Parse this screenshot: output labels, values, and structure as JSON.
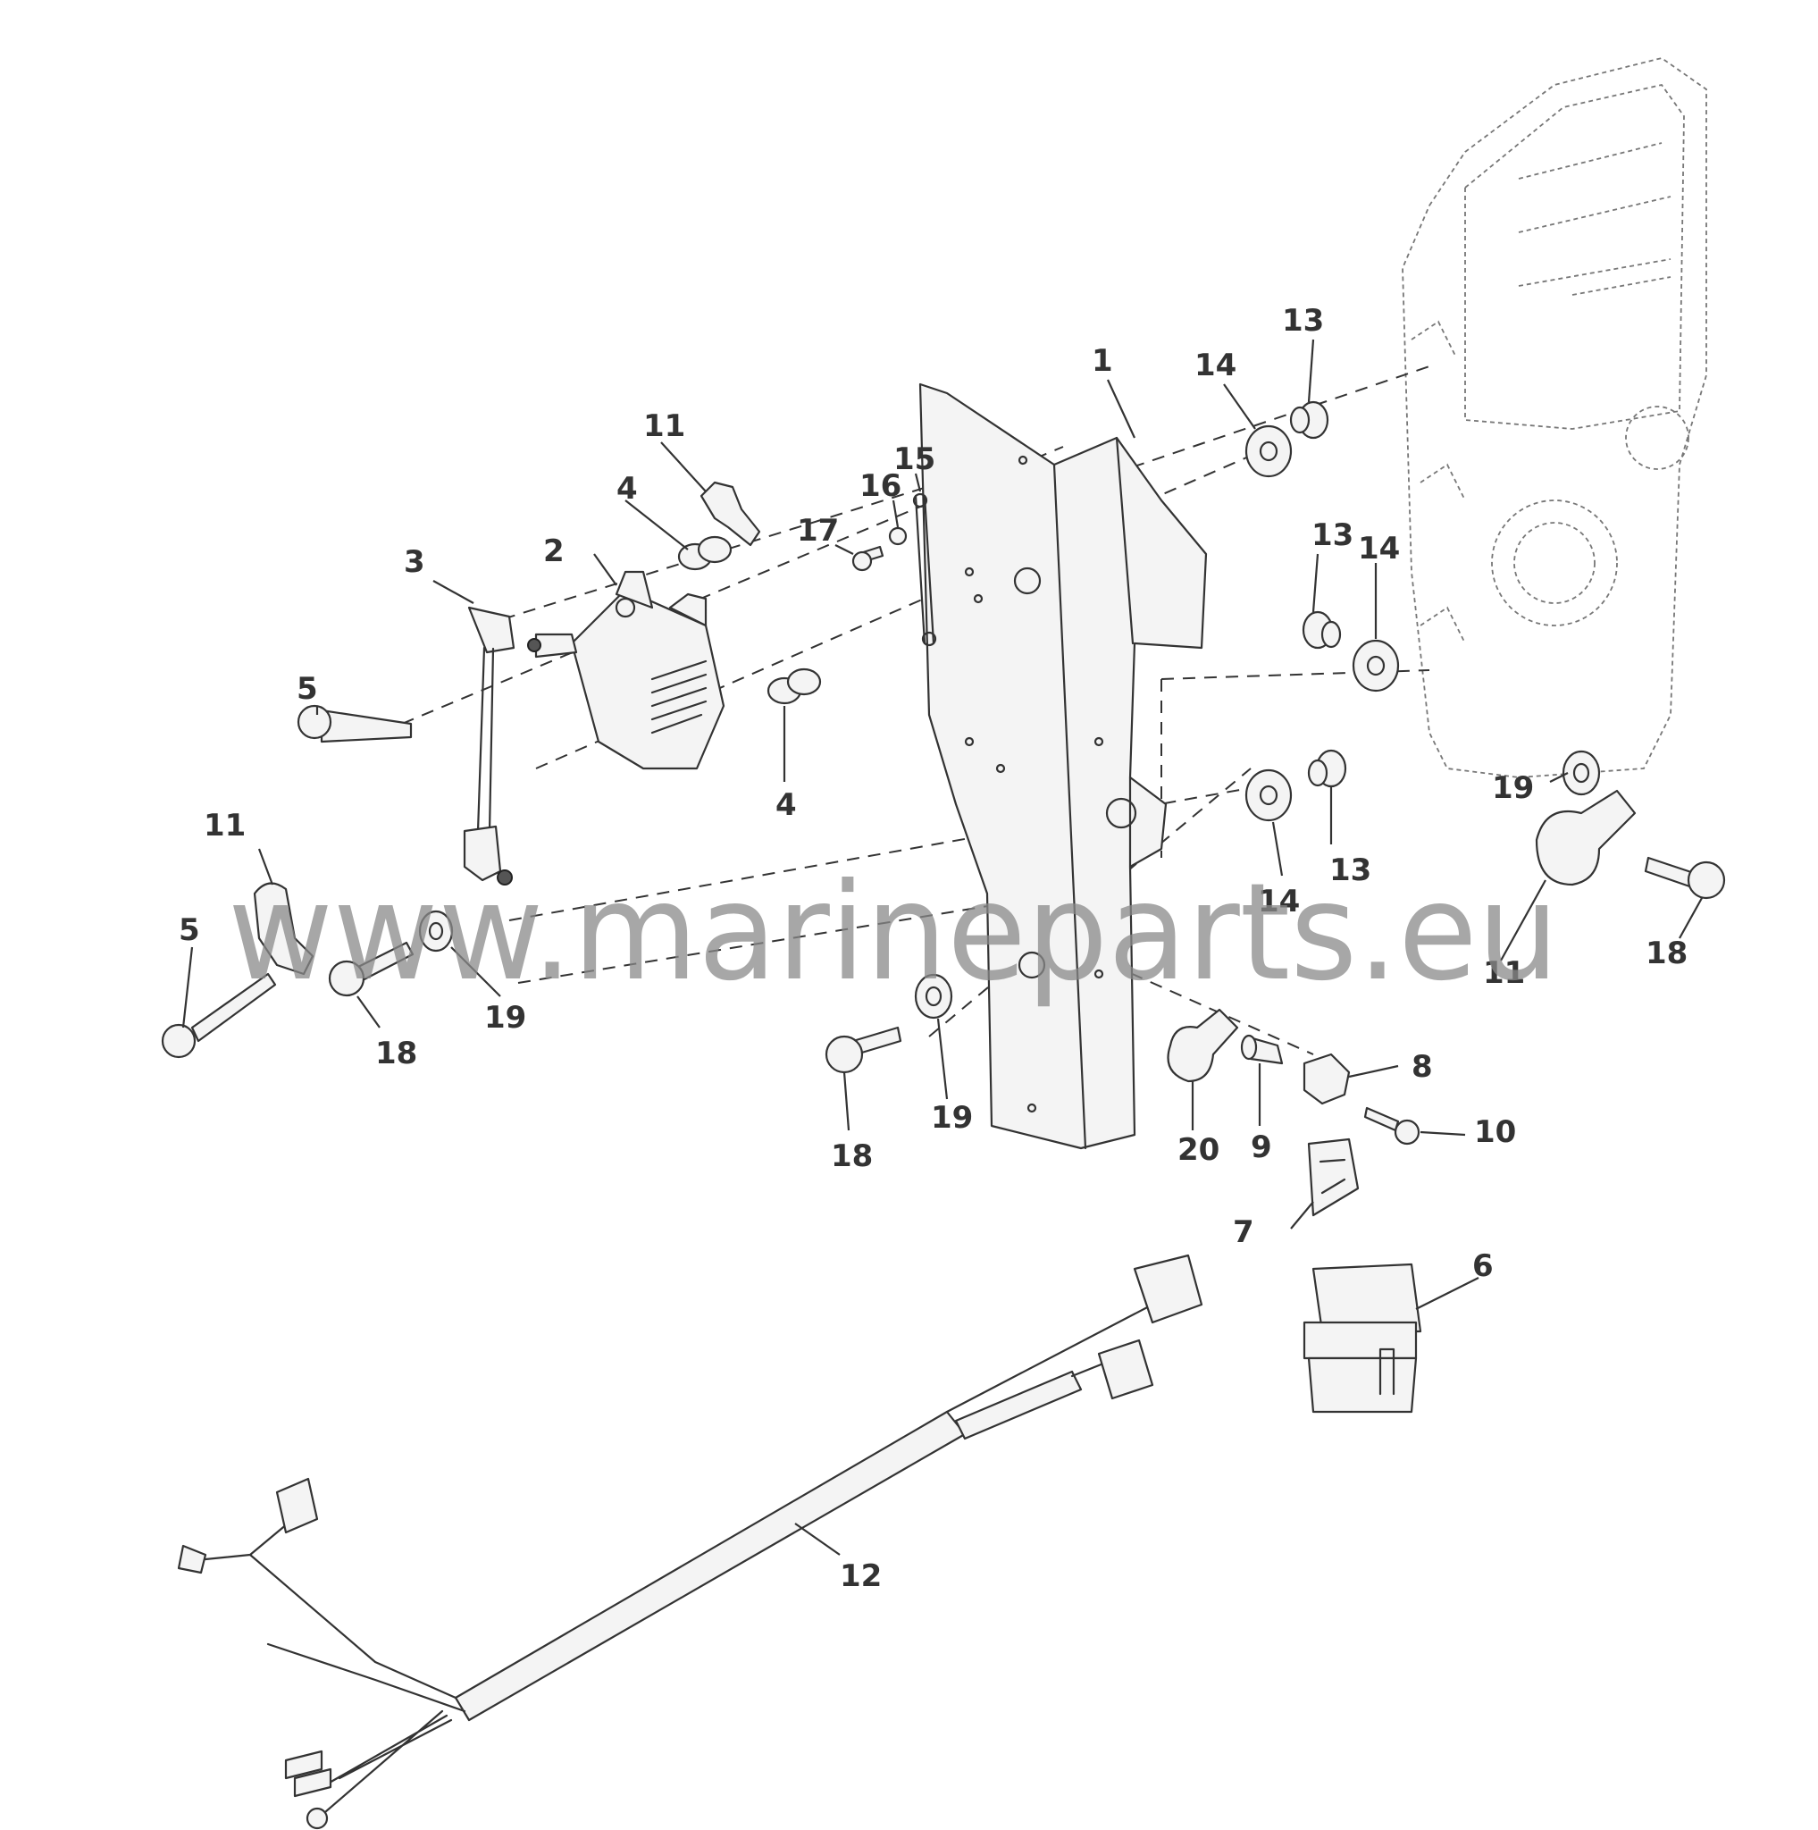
{
  "watermark": "www.marineparts.eu",
  "callouts": {
    "c1": "1",
    "c2": "2",
    "c3": "3",
    "c4a": "4",
    "c4b": "4",
    "c5a": "5",
    "c5b": "5",
    "c6": "6",
    "c7": "7",
    "c8": "8",
    "c9": "9",
    "c10": "10",
    "c11a": "11",
    "c11b": "11",
    "c11c": "11",
    "c12": "12",
    "c13a": "13",
    "c13b": "13",
    "c13c": "13",
    "c14a": "14",
    "c14b": "14",
    "c14c": "14",
    "c15": "15",
    "c16": "16",
    "c17": "17",
    "c18a": "18",
    "c18b": "18",
    "c18c": "18",
    "c19a": "19",
    "c19b": "19",
    "c19c": "19",
    "c20": "20"
  }
}
